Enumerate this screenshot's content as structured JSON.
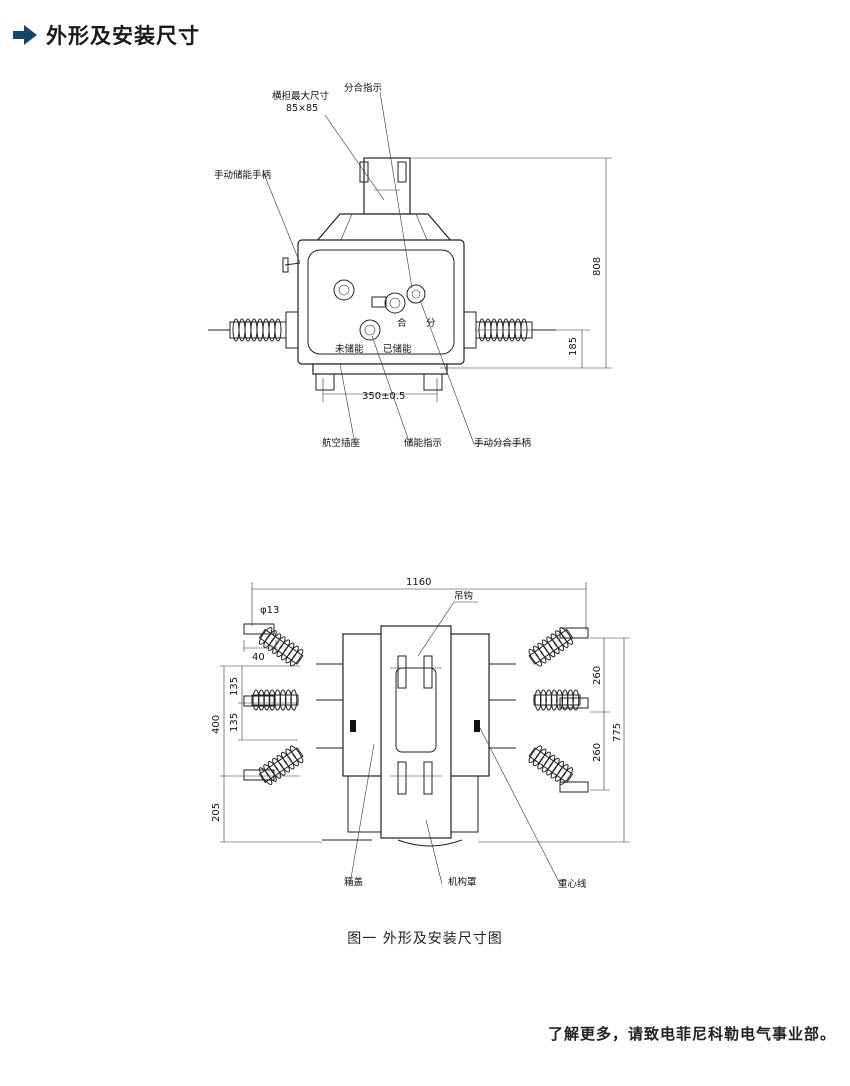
{
  "heading": {
    "title": "外形及安装尺寸",
    "arrow_color": "#17456e"
  },
  "top_view": {
    "labels": {
      "handle_size": "横担最大尺寸",
      "handle_size_value": "85×85",
      "open_close_indicator": "分合指示",
      "manual_charge_handle": "手动储能手柄",
      "aviation_socket": "航空插座",
      "charge_indicator": "储能指示",
      "manual_open_close_handle": "手动分合手柄",
      "not_charged": "未储能",
      "charged": "已储能",
      "close": "合",
      "open": "分"
    },
    "dims": {
      "height": "808",
      "low": "185",
      "base": "350±0.5"
    }
  },
  "side_view": {
    "labels": {
      "hook": "吊钩",
      "box_cover": "箱盖",
      "mechanism_cover": "机构罩",
      "center_line": "重心线"
    },
    "dims": {
      "width": "1160",
      "hole": "φ13",
      "tab": "40",
      "pitch_a": "135",
      "pitch_b": "135",
      "span": "400",
      "bottom": "205",
      "right_a": "260",
      "right_b": "260",
      "height": "775"
    }
  },
  "caption": "图一  外形及安装尺寸图",
  "footer": "了解更多，请致电菲尼科勒电气事业部。"
}
